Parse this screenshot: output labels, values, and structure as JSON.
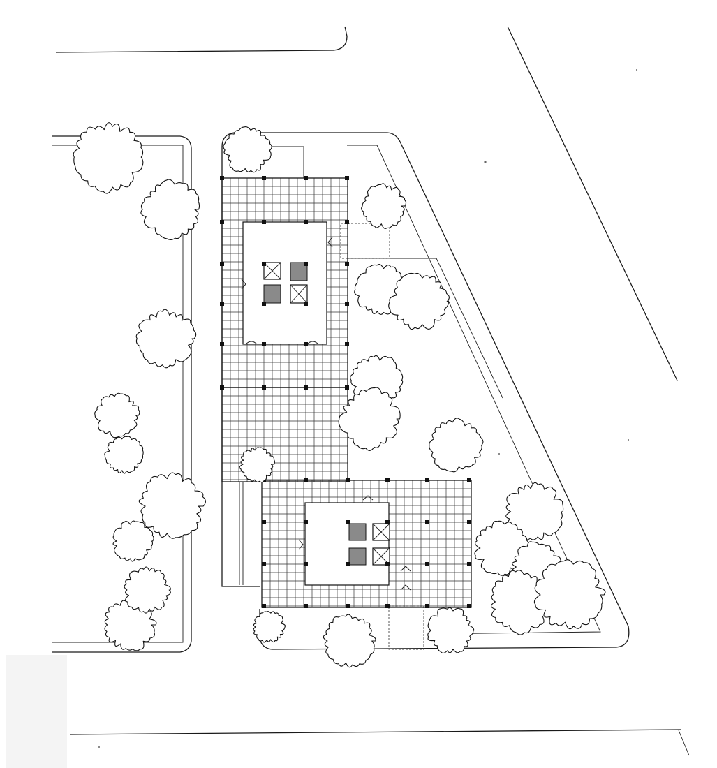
{
  "drawing": {
    "kind": "architectural site plan",
    "buildings": [
      "north-tower",
      "south-tower"
    ],
    "tree_count": 25
  },
  "palette": {
    "ink": "#1a1a1a",
    "paper": "#ffffff",
    "stair_fill": "#8a8a8a",
    "corner_patch": "#f4f4f4"
  }
}
